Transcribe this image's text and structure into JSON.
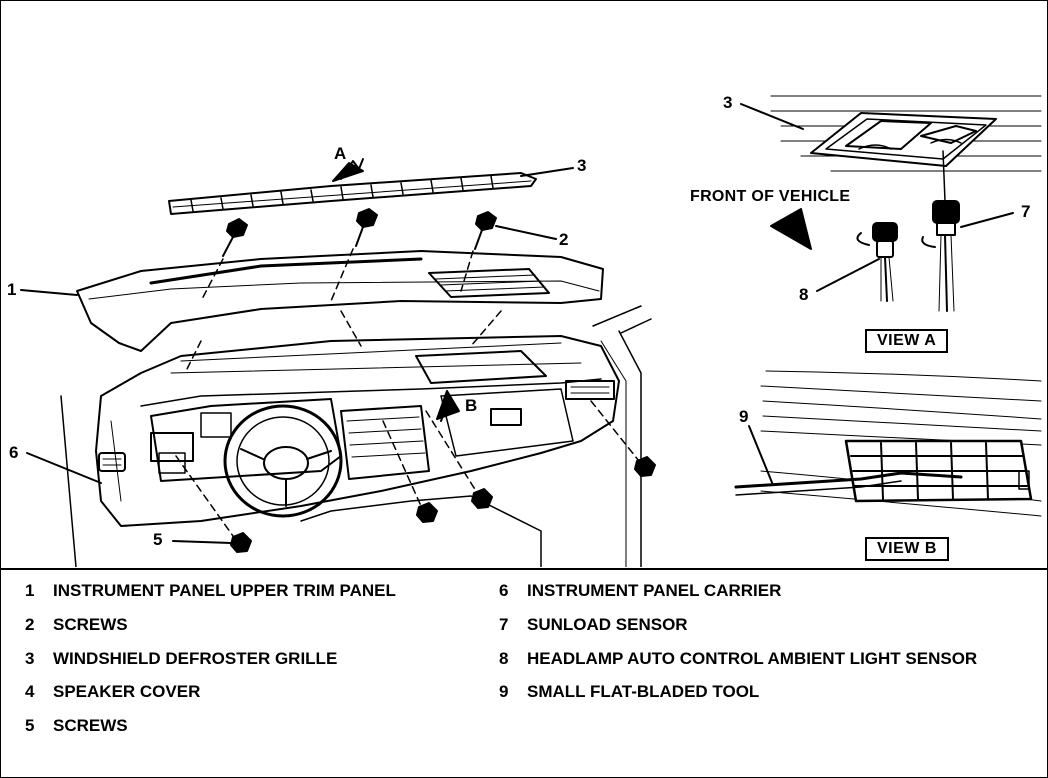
{
  "callouts": {
    "a": "A",
    "b": "B",
    "c1": "1",
    "c2": "2",
    "c3": "3",
    "c5": "5",
    "c6": "6",
    "va3": "3",
    "va7": "7",
    "va8": "8",
    "vb9": "9"
  },
  "views": {
    "view_a": "VIEW A",
    "view_b": "VIEW B",
    "front_of_vehicle": "FRONT OF VEHICLE"
  },
  "legend": [
    {
      "num": "1",
      "text": "INSTRUMENT PANEL UPPER TRIM PANEL"
    },
    {
      "num": "2",
      "text": "SCREWS"
    },
    {
      "num": "3",
      "text": "WINDSHIELD DEFROSTER GRILLE"
    },
    {
      "num": "4",
      "text": "SPEAKER COVER"
    },
    {
      "num": "5",
      "text": "SCREWS"
    },
    {
      "num": "6",
      "text": "INSTRUMENT PANEL CARRIER"
    },
    {
      "num": "7",
      "text": "SUNLOAD SENSOR"
    },
    {
      "num": "8",
      "text": "HEADLAMP AUTO CONTROL AMBIENT LIGHT SENSOR"
    },
    {
      "num": "9",
      "text": "SMALL FLAT-BLADED TOOL"
    }
  ]
}
